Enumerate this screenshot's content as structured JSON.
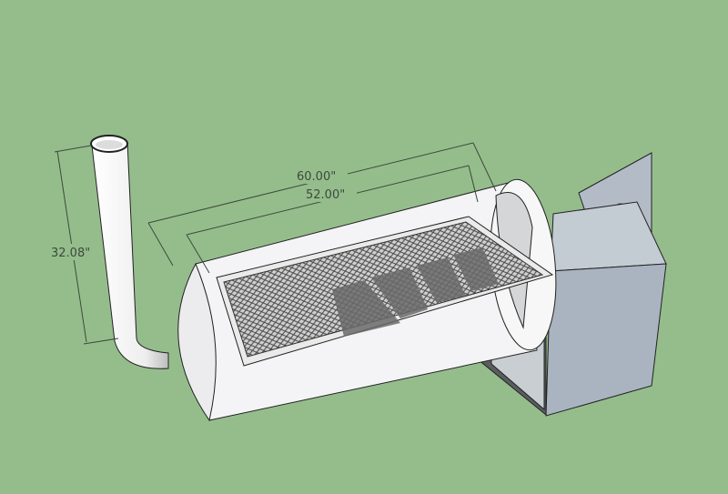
{
  "model": {
    "dimensions": {
      "overall_length": "60.00\"",
      "grate_length": "52.00\"",
      "stack_height": "32.08\""
    },
    "colors": {
      "background": "#95bd8c",
      "body": "#f4f4f6",
      "firebox": "#a9b4c0",
      "dimension_line": "#3c4a3c"
    }
  }
}
